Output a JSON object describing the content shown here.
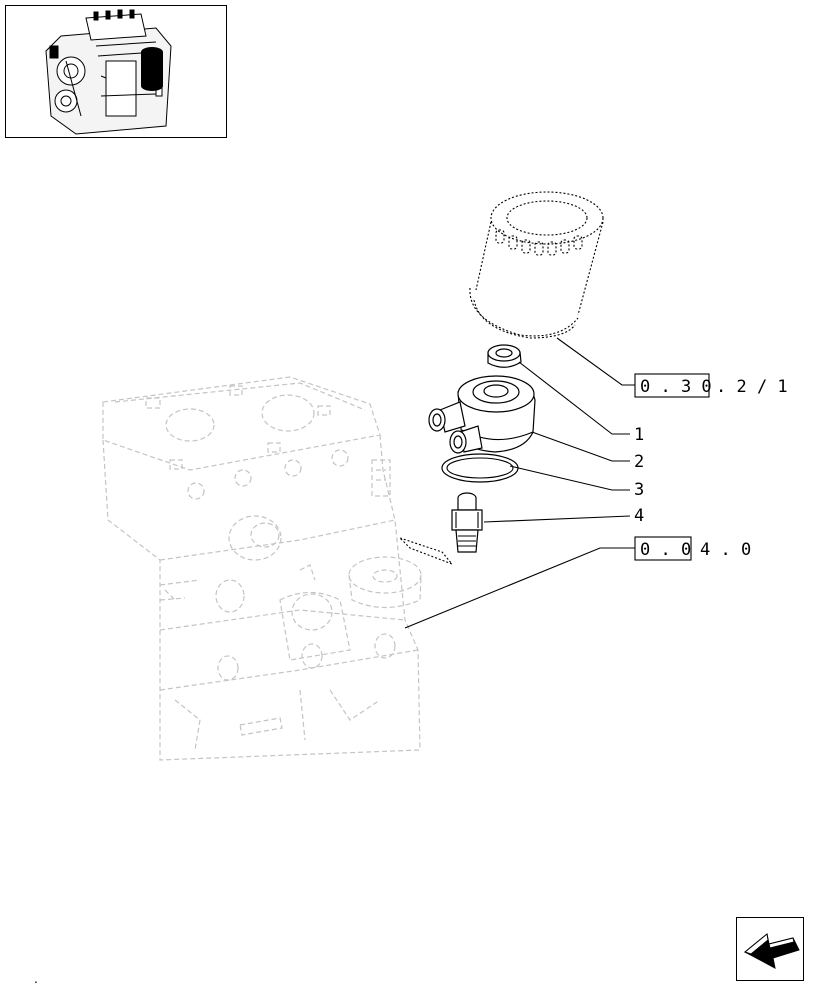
{
  "thumbnail": {
    "icon": "engine-thumbnail-icon"
  },
  "callouts": {
    "item_1": "1",
    "item_2": "2",
    "item_3": "3",
    "item_4": "4"
  },
  "references": {
    "filter_ref_boxed": "0 . 3 0",
    "filter_ref_rest": ". 2 / 1",
    "block_ref_boxed": "0 . 0",
    "block_ref_rest": "4 . 0"
  },
  "navigation": {
    "icon": "next-page-arrow-icon"
  },
  "footer": {
    "mark": "."
  }
}
